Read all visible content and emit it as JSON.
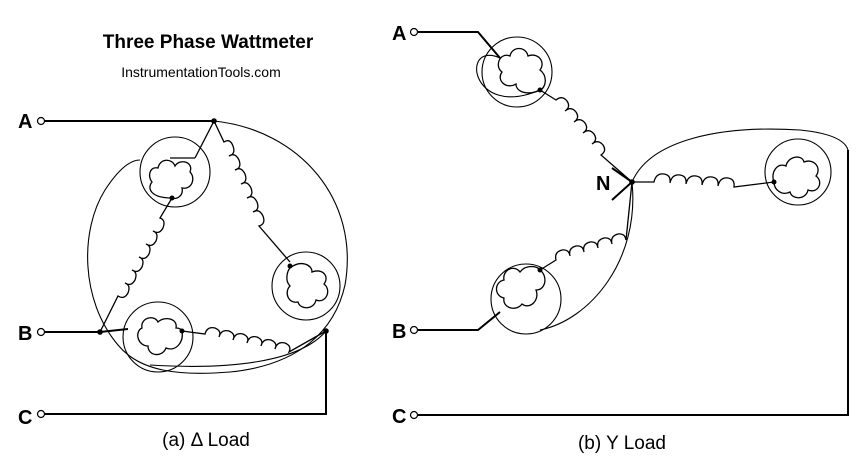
{
  "title": "Three Phase Wattmeter",
  "subtitle": "InstrumentationTools.com",
  "delta": {
    "caption": "(a) Δ Load",
    "line_a": "A",
    "line_b": "B",
    "line_c": "C"
  },
  "wye": {
    "caption": "(b) Y Load",
    "line_a": "A",
    "line_b": "B",
    "line_c": "C",
    "neutral": "N"
  }
}
